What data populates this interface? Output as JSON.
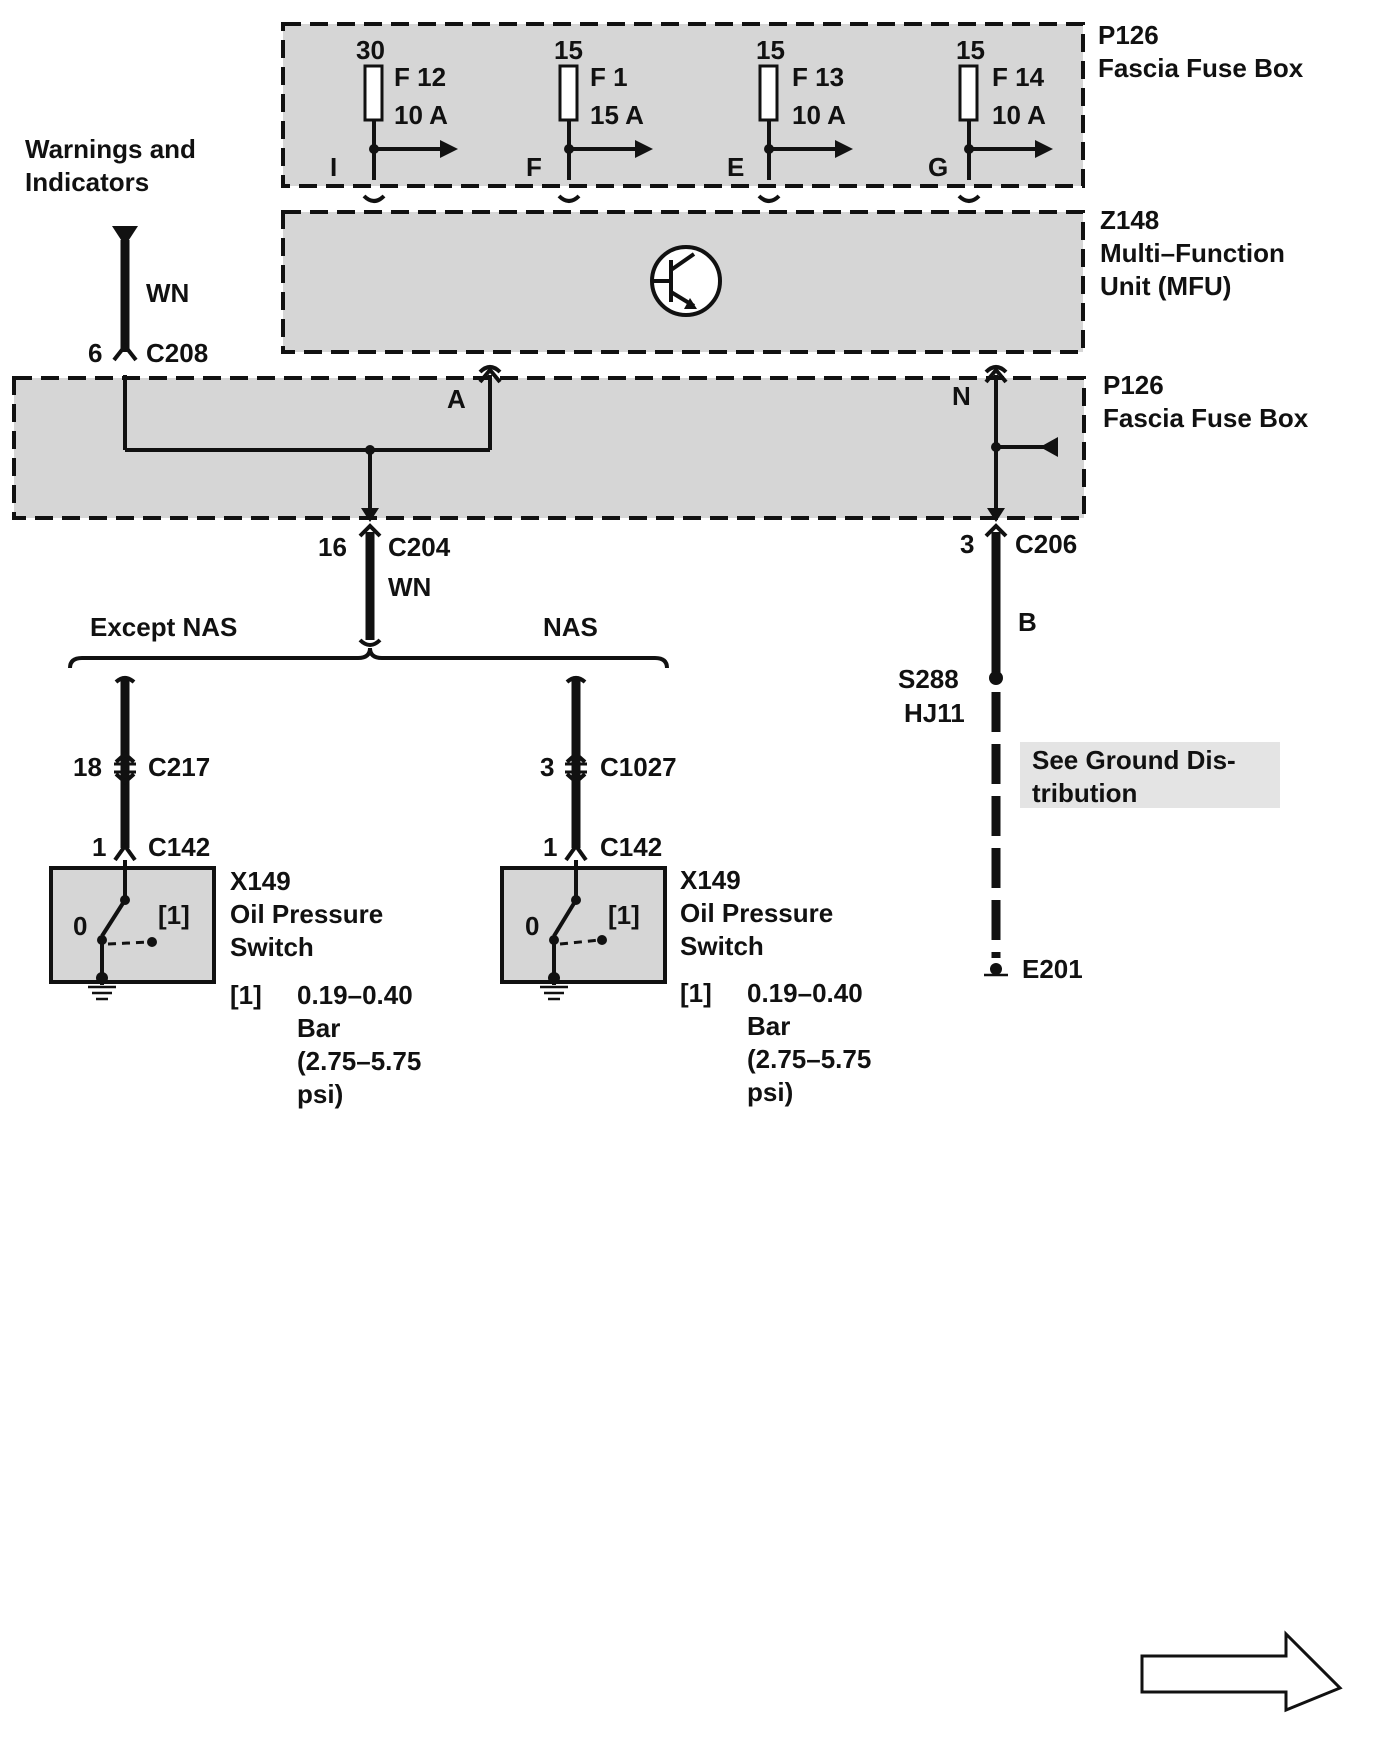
{
  "fuse_box_top": {
    "code": "P126",
    "name": "Fascia Fuse Box",
    "fuses": [
      {
        "supply": "30",
        "id": "F 12",
        "rating": "10 A",
        "pin": "I"
      },
      {
        "supply": "15",
        "id": "F 1",
        "rating": "15 A",
        "pin": "F"
      },
      {
        "supply": "15",
        "id": "F 13",
        "rating": "10 A",
        "pin": "E"
      },
      {
        "supply": "15",
        "id": "F 14",
        "rating": "10 A",
        "pin": "G"
      }
    ]
  },
  "mfu": {
    "code": "Z148",
    "name_line1": "Multi–Function",
    "name_line2": "Unit (MFU)"
  },
  "fuse_box_bottom": {
    "code": "P126",
    "name": "Fascia Fuse Box",
    "pin_a": "A",
    "pin_n": "N"
  },
  "warnings": {
    "line1": "Warnings and",
    "line2": "Indicators",
    "wire": "WN",
    "pin": "6",
    "connector": "C208"
  },
  "main_wire": {
    "pin": "16",
    "connector": "C204",
    "color": "WN"
  },
  "ground_wire": {
    "pin": "3",
    "connector": "C206",
    "color": "B",
    "splice": "S288",
    "harness": "HJ11",
    "note_line1": "See Ground Dis-",
    "note_line2": "tribution",
    "ground": "E201"
  },
  "branches": [
    {
      "label": "Except NAS",
      "pin1": "18",
      "connector1": "C217",
      "pin2": "1",
      "connector2": "C142",
      "switch_code": "X149",
      "switch_name_line1": "Oil Pressure",
      "switch_name_line2": "Switch",
      "state_off": "0",
      "state_on": "[1]",
      "note_ref": "[1]",
      "note_line1": "0.19–0.40",
      "note_line2": "Bar",
      "note_line3": "(2.75–5.75",
      "note_line4": "psi)"
    },
    {
      "label": "NAS",
      "pin1": "3",
      "connector1": "C1027",
      "pin2": "1",
      "connector2": "C142",
      "switch_code": "X149",
      "switch_name_line1": "Oil Pressure",
      "switch_name_line2": "Switch",
      "state_off": "0",
      "state_on": "[1]",
      "note_ref": "[1]",
      "note_line1": "0.19–0.40",
      "note_line2": "Bar",
      "note_line3": "(2.75–5.75",
      "note_line4": "psi)"
    }
  ],
  "continue_arrow": "right-arrow-icon"
}
